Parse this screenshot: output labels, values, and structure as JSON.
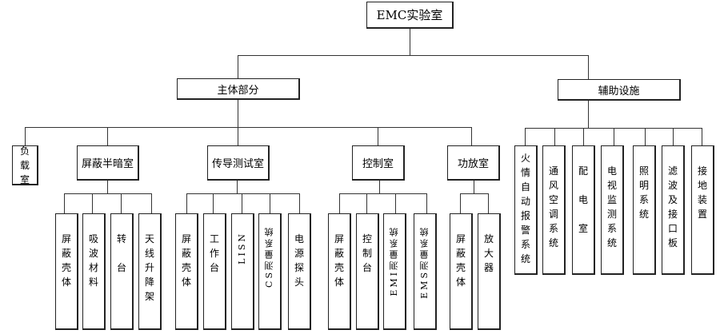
{
  "root": {
    "label": "EMC实验室"
  },
  "branches": [
    {
      "label": "主体部分",
      "children": [
        {
          "label": "负载室",
          "orientation": "vertical",
          "children": []
        },
        {
          "label": "屏蔽半暗室",
          "children": [
            {
              "label": "屏蔽壳体"
            },
            {
              "label": "吸波材料"
            },
            {
              "label": "转台"
            },
            {
              "label": "天线升降架"
            }
          ]
        },
        {
          "label": "传导测试室",
          "children": [
            {
              "label": "屏蔽壳体"
            },
            {
              "label": "工作台"
            },
            {
              "label": "LISN",
              "rotated": true
            },
            {
              "label": "CS测量系统",
              "rotated": true
            },
            {
              "label": "电源探头"
            }
          ]
        },
        {
          "label": "控制室",
          "children": [
            {
              "label": "屏蔽壳体"
            },
            {
              "label": "控制台"
            },
            {
              "label": "EMI测量系统",
              "rotated": true
            },
            {
              "label": "EMS测量系统",
              "rotated": true
            }
          ]
        },
        {
          "label": "功放室",
          "children": [
            {
              "label": "屏蔽壳体"
            },
            {
              "label": "放大器"
            }
          ]
        }
      ]
    },
    {
      "label": "辅助设施",
      "children": [
        {
          "label": "火情自动报警系统"
        },
        {
          "label": "通风空调系统"
        },
        {
          "label": "配电室"
        },
        {
          "label": "电视监测系统"
        },
        {
          "label": "照明系统"
        },
        {
          "label": "滤波及接口板"
        },
        {
          "label": "接地装置"
        }
      ]
    }
  ]
}
